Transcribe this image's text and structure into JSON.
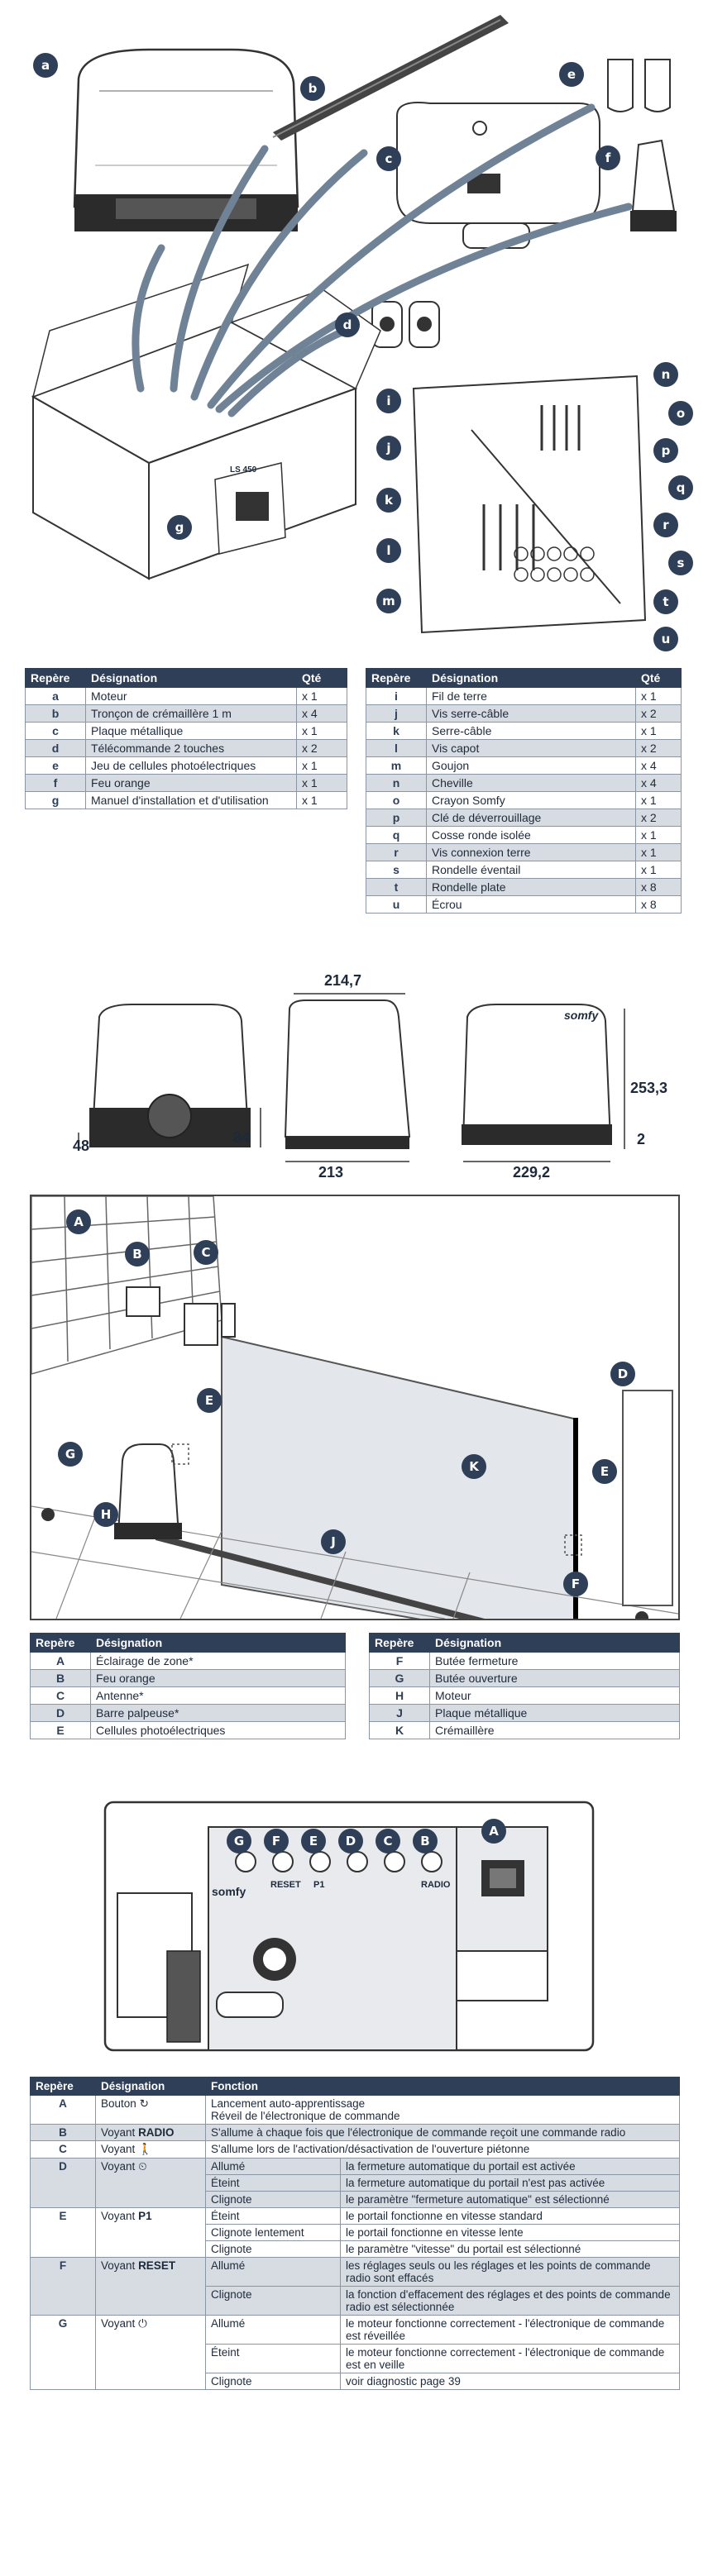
{
  "kit_callouts": [
    "a",
    "b",
    "c",
    "d",
    "e",
    "f",
    "g"
  ],
  "manual_cover": {
    "model": "LS 450"
  },
  "parts_callouts": [
    "i",
    "j",
    "k",
    "l",
    "m",
    "n",
    "o",
    "p",
    "q",
    "r",
    "s",
    "t",
    "u"
  ],
  "headers": {
    "ref": "Repère",
    "designation": "Désignation",
    "qty": "Qté",
    "function": "Fonction"
  },
  "table1": [
    {
      "ref": "a",
      "name": "Moteur",
      "qty": "x 1"
    },
    {
      "ref": "b",
      "name": "Tronçon de crémaillère 1 m",
      "qty": "x 4"
    },
    {
      "ref": "c",
      "name": "Plaque métallique",
      "qty": "x 1"
    },
    {
      "ref": "d",
      "name": "Télécommande 2 touches",
      "qty": "x 2"
    },
    {
      "ref": "e",
      "name": "Jeu de cellules photoélectriques",
      "qty": "x 1"
    },
    {
      "ref": "f",
      "name": "Feu orange",
      "qty": "x 1"
    },
    {
      "ref": "g",
      "name": "Manuel d'installation et d'utilisation",
      "qty": "x 1"
    }
  ],
  "table2": [
    {
      "ref": "i",
      "name": "Fil de terre",
      "qty": "x 1"
    },
    {
      "ref": "j",
      "name": "Vis serre-câble",
      "qty": "x 2"
    },
    {
      "ref": "k",
      "name": "Serre-câble",
      "qty": "x 1"
    },
    {
      "ref": "l",
      "name": "Vis capot",
      "qty": "x 2"
    },
    {
      "ref": "m",
      "name": "Goujon",
      "qty": "x 4"
    },
    {
      "ref": "n",
      "name": "Cheville",
      "qty": "x 4"
    },
    {
      "ref": "o",
      "name": "Crayon Somfy",
      "qty": "x 1"
    },
    {
      "ref": "p",
      "name": "Clé de déverrouillage",
      "qty": "x 2"
    },
    {
      "ref": "q",
      "name": "Cosse ronde isolée",
      "qty": "x 1"
    },
    {
      "ref": "r",
      "name": "Vis connexion terre",
      "qty": "x 1"
    },
    {
      "ref": "s",
      "name": "Rondelle éventail",
      "qty": "x 1"
    },
    {
      "ref": "t",
      "name": "Rondelle plate",
      "qty": "x 8"
    },
    {
      "ref": "u",
      "name": "Écrou",
      "qty": "x 8"
    }
  ],
  "dimensions": {
    "top_width": "214,7",
    "left_height": "48",
    "right_small": "84",
    "side_width": "213",
    "front_height": "253,3",
    "front_small": "2",
    "front_width": "229,2"
  },
  "brand": "somfy",
  "install_callouts": [
    "A",
    "B",
    "C",
    "D",
    "E",
    "E",
    "F",
    "G",
    "H",
    "J",
    "K"
  ],
  "table3": [
    {
      "ref": "A",
      "name": "Éclairage de zone*"
    },
    {
      "ref": "B",
      "name": "Feu orange"
    },
    {
      "ref": "C",
      "name": "Antenne*"
    },
    {
      "ref": "D",
      "name": "Barre palpeuse*"
    },
    {
      "ref": "E",
      "name": "Cellules photoélectriques"
    }
  ],
  "table4": [
    {
      "ref": "F",
      "name": "Butée fermeture"
    },
    {
      "ref": "G",
      "name": "Butée ouverture"
    },
    {
      "ref": "H",
      "name": "Moteur"
    },
    {
      "ref": "J",
      "name": "Plaque métallique"
    },
    {
      "ref": "K",
      "name": "Crémaillère"
    }
  ],
  "panel_callouts": [
    "G",
    "F",
    "E",
    "D",
    "C",
    "B",
    "A"
  ],
  "panel_labels": {
    "reset": "RESET",
    "p1": "P1",
    "radio": "RADIO"
  },
  "table5": {
    "A": {
      "ref": "A",
      "name": "Bouton",
      "func1": "Lancement auto-apprentissage",
      "func2": "Réveil de l'électronique de commande"
    },
    "B": {
      "ref": "B",
      "name_pre": "Voyant",
      "name_bold": "RADIO",
      "func": "S'allume à chaque fois que l'électronique de commande reçoit une commande radio"
    },
    "C": {
      "ref": "C",
      "name": "Voyant",
      "func": "S'allume lors de l'activation/désactivation de l'ouverture piétonne"
    },
    "D": {
      "ref": "D",
      "name": "Voyant",
      "rows": [
        {
          "state": "Allumé",
          "desc": "la fermeture automatique du portail est activée"
        },
        {
          "state": "Éteint",
          "desc": "la fermeture automatique du portail n'est pas activée"
        },
        {
          "state": "Clignote",
          "desc": "le paramètre \"fermeture automatique\" est sélectionné"
        }
      ]
    },
    "E": {
      "ref": "E",
      "name_pre": "Voyant",
      "name_bold": "P1",
      "rows": [
        {
          "state": "Éteint",
          "desc": "le portail fonctionne en vitesse standard"
        },
        {
          "state": "Clignote lentement",
          "desc": "le portail fonctionne en vitesse lente"
        },
        {
          "state": "Clignote",
          "desc": "le paramètre \"vitesse\" du portail est sélectionné"
        }
      ]
    },
    "F": {
      "ref": "F",
      "name_pre": "Voyant",
      "name_bold": "RESET",
      "rows": [
        {
          "state": "Allumé",
          "desc": "les réglages seuls ou les réglages et les points de commande radio sont effacés"
        },
        {
          "state": "Clignote",
          "desc": "la fonction d'effacement des réglages et des points de commande radio est sélectionnée"
        }
      ]
    },
    "G": {
      "ref": "G",
      "name": "Voyant",
      "rows": [
        {
          "state": "Allumé",
          "desc": "le moteur fonctionne correctement - l'électronique de commande est réveillée"
        },
        {
          "state": "Éteint",
          "desc": "le moteur fonctionne correctement - l'électronique de commande est en veille"
        },
        {
          "state": "Clignote",
          "desc": "voir diagnostic page 39"
        }
      ]
    }
  },
  "colors": {
    "dark": "#2e3f57",
    "band": "#d7dce3",
    "arrow": "#6f8296"
  }
}
